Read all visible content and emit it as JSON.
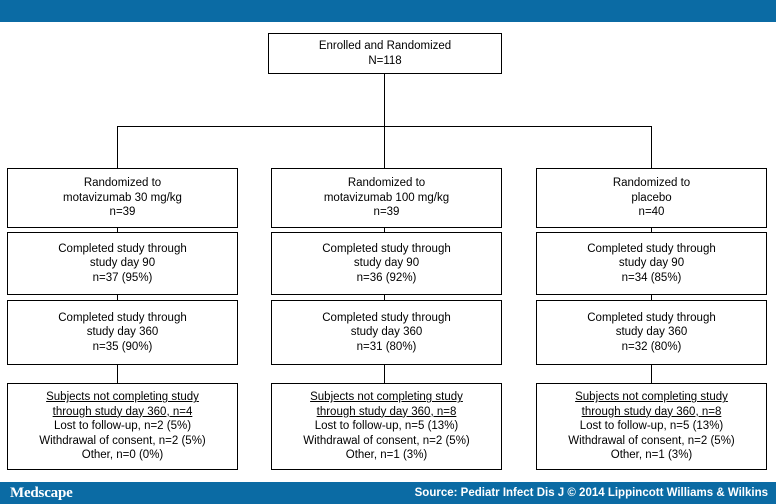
{
  "header": {
    "bar_color": "#0b6ba4"
  },
  "footer": {
    "logo": "Medscape",
    "source": "Source: Pediatr Infect Dis J © 2014 Lippincott Williams & Wilkins",
    "bar_color": "#0b6ba4"
  },
  "flow": {
    "root": {
      "lines": [
        "Enrolled and Randomized",
        "N=118"
      ]
    },
    "columns": [
      {
        "assignment": {
          "lines": [
            "Randomized to",
            "motavizumab 30 mg/kg",
            "n=39"
          ]
        },
        "day90": {
          "lines": [
            "Completed study through",
            "study day 90",
            "n=37 (95%)"
          ]
        },
        "day360": {
          "lines": [
            "Completed study through",
            "study day 360",
            "n=35 (90%)"
          ]
        },
        "dropouts": {
          "heading": [
            "Subjects not completing study ",
            "through study day 360, n=4 "
          ],
          "reasons": [
            "Lost to follow-up, n=2 (5%)",
            "Withdrawal of consent, n=2 (5%)",
            "Other, n=0 (0%)"
          ]
        }
      },
      {
        "assignment": {
          "lines": [
            "Randomized to",
            "motavizumab 100 mg/kg",
            "n=39"
          ]
        },
        "day90": {
          "lines": [
            "Completed study through",
            "study day 90",
            "n=36 (92%)"
          ]
        },
        "day360": {
          "lines": [
            "Completed study through",
            "study day 360",
            "n=31 (80%)"
          ]
        },
        "dropouts": {
          "heading": [
            "Subjects not completing study ",
            "through study day 360, n=8 "
          ],
          "reasons": [
            "Lost to follow-up, n=5 (13%)",
            "Withdrawal of consent, n=2 (5%)",
            "Other, n=1 (3%)"
          ]
        }
      },
      {
        "assignment": {
          "lines": [
            "Randomized to",
            "placebo",
            "n=40"
          ]
        },
        "day90": {
          "lines": [
            "Completed study through",
            "study day 90",
            "n=34 (85%)"
          ]
        },
        "day360": {
          "lines": [
            "Completed study through",
            "study day 360",
            "n=32 (80%)"
          ]
        },
        "dropouts": {
          "heading": [
            "Subjects not completing study ",
            "through study day 360, n=8 "
          ],
          "reasons": [
            "Lost to follow-up, n=5 (13%)",
            "Withdrawal of consent, n=2 (5%)",
            "Other, n=1 (3%)"
          ]
        }
      }
    ]
  }
}
